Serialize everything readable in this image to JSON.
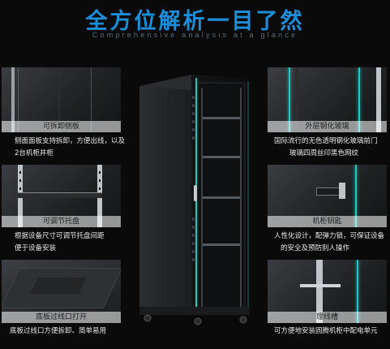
{
  "header": {
    "title": "全方位解析一目了然",
    "subtitle": "Comprehensive analysis at a glance"
  },
  "features": {
    "left": [
      {
        "caption": "可拆卸侧板",
        "desc_lines": [
          "侧面面板支持拆卸，方便出线，以及",
          "2台机柜并柜"
        ]
      },
      {
        "caption": "可调节托盘",
        "desc_lines": [
          "根据设备尺寸可调节托盘间距",
          "便于设备安装"
        ]
      },
      {
        "caption": "底板过线口打开",
        "desc_lines": [
          "底板过线口方便拆卸、简单易用"
        ]
      }
    ],
    "right": [
      {
        "caption": "外层钢化玻璃",
        "desc_lines": [
          "国际流行的无色透明钢化玻璃前门",
          "玻璃四周丝印黑色网纹"
        ]
      },
      {
        "caption": "机柜钥匙",
        "desc_lines": [
          "人性化设计，配弹力锁，可保证设备",
          "的安全及预防别人操作"
        ]
      },
      {
        "caption": "理线槽",
        "desc_lines": [
          "可方便地安装固腾机柜中配电单元"
        ]
      }
    ]
  },
  "colors": {
    "title": "#1e8ed8",
    "accent": "#26c6c0",
    "background": "#0a0a0a"
  }
}
